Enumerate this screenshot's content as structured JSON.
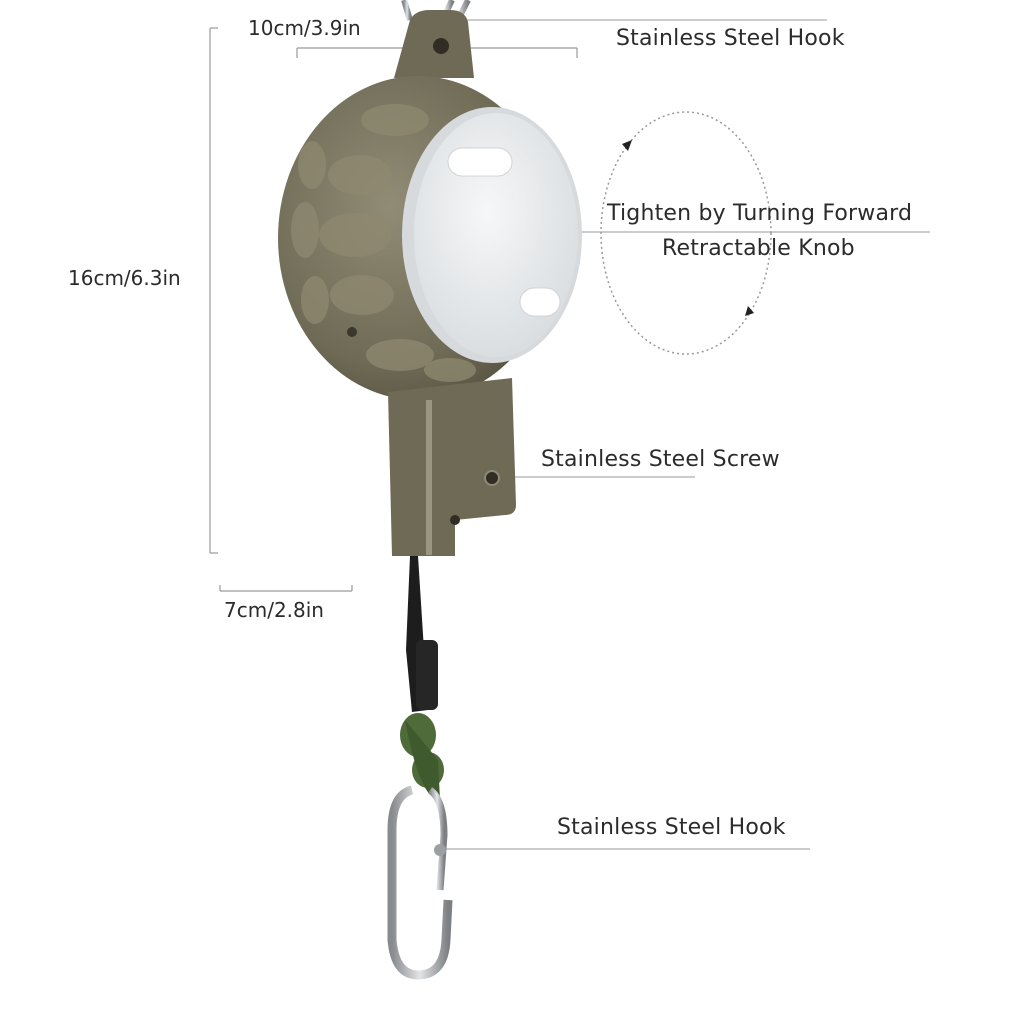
{
  "dimensions": {
    "width_label": "10cm/3.9in",
    "height_label": "16cm/6.3in",
    "depth_label": "7cm/2.8in"
  },
  "callouts": {
    "top_hook": "Stainless Steel Hook",
    "knob_line1": "Tighten by Turning Forward",
    "knob_line2": "Retractable Knob",
    "screw": "Stainless Steel Screw",
    "bottom_hook": "Stainless Steel Hook"
  },
  "colors": {
    "body": "#7a7561",
    "body_dark": "#5d5946",
    "knob": "#e9ecee",
    "cord": "#1d1d1d",
    "rope": "#4f6b3a",
    "steel": "#b9bcbf",
    "guide_line": "#9a9a9a"
  }
}
